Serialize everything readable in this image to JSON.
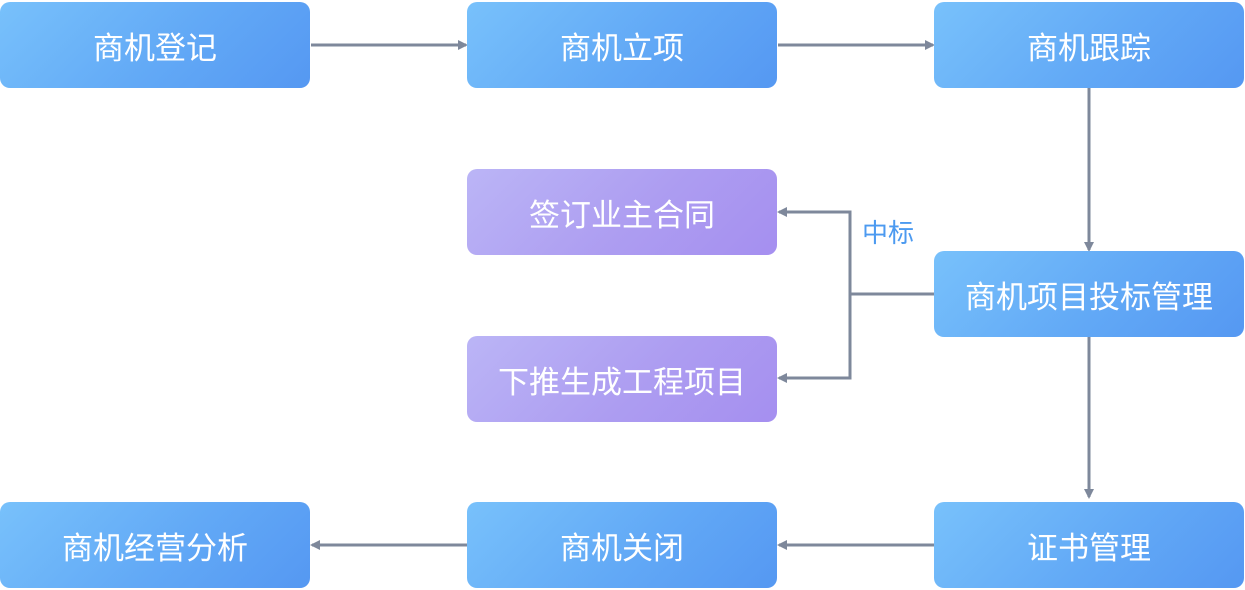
{
  "diagram": {
    "title": "商机流程",
    "nodes": [
      {
        "id": "register",
        "label": "商机登记",
        "style": "blue"
      },
      {
        "id": "approve",
        "label": "商机立项",
        "style": "blue"
      },
      {
        "id": "track",
        "label": "商机跟踪",
        "style": "blue"
      },
      {
        "id": "sign",
        "label": "签订业主合同",
        "style": "purple"
      },
      {
        "id": "bid",
        "label": "商机项目投标管理",
        "style": "blue"
      },
      {
        "id": "push",
        "label": "下推生成工程项目",
        "style": "purple"
      },
      {
        "id": "analysis",
        "label": "商机经营分析",
        "style": "blue"
      },
      {
        "id": "close",
        "label": "商机关闭",
        "style": "blue"
      },
      {
        "id": "cert",
        "label": "证书管理",
        "style": "blue"
      }
    ],
    "edges": [
      {
        "from": "register",
        "to": "approve"
      },
      {
        "from": "approve",
        "to": "track"
      },
      {
        "from": "track",
        "to": "bid"
      },
      {
        "from": "bid",
        "to": "sign",
        "label": "中标"
      },
      {
        "from": "bid",
        "to": "push"
      },
      {
        "from": "bid",
        "to": "cert"
      },
      {
        "from": "cert",
        "to": "close"
      },
      {
        "from": "close",
        "to": "analysis"
      }
    ],
    "edge_label": "中标",
    "colors": {
      "blue_start": "#78c1fb",
      "blue_end": "#5598f2",
      "purple_start": "#bbb5f6",
      "purple_end": "#a58ff0",
      "connector": "#7e889b",
      "edge_label": "#4c9af0"
    }
  }
}
